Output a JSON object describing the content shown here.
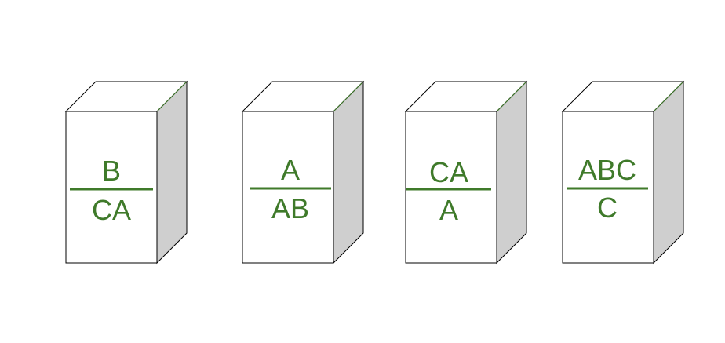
{
  "colors": {
    "text": "#3f7a2a",
    "divider": "#3f7a2a",
    "outline": "#000000",
    "face_front": "#ffffff",
    "face_top": "#ffffff",
    "face_side": "#cfcfcf",
    "accent_edge": "#3f7a2a"
  },
  "dominoes": [
    {
      "top": "B",
      "bottom": "CA"
    },
    {
      "top": "A",
      "bottom": "AB"
    },
    {
      "top": "CA",
      "bottom": "A"
    },
    {
      "top": "ABC",
      "bottom": "C"
    }
  ]
}
